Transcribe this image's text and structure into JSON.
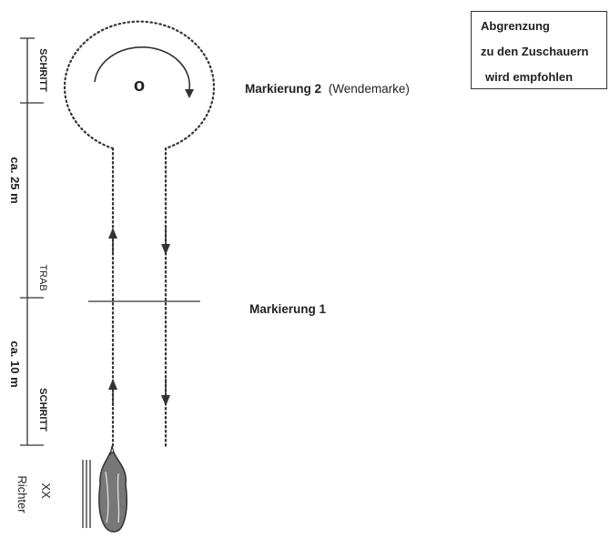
{
  "legend": {
    "line1": "Abgrenzung",
    "line2": "zu den Zuschauern",
    "line3": "wird empfohlen"
  },
  "markers": {
    "marker2_bold": "Markierung 2",
    "marker2_note": "(Wendemarke)",
    "marker1": "Markierung 1",
    "center_symbol": "o"
  },
  "left_scale": {
    "schritt_top": "SCHRITT",
    "dist_25": "ca. 25 m",
    "trab": "TRAB",
    "dist_10": "ca. 10 m",
    "schritt_bottom": "SCHRITT"
  },
  "judge": {
    "mark": "XX",
    "label": "Richter"
  }
}
